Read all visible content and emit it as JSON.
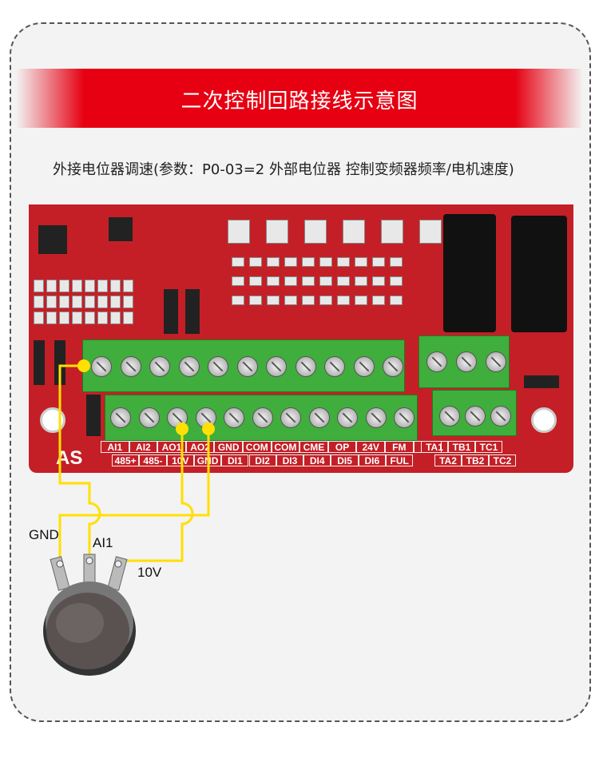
{
  "banner": {
    "title": "二次控制回路接线示意图"
  },
  "subtitle": "外接电位器调速(参数：P0-03=2   外部电位器 控制变频器频率/电机速度)",
  "board": {
    "logo": "AS",
    "top_labels": [
      "AI1",
      "AI2",
      "AO1",
      "AO2",
      "GND",
      "COM",
      "COM",
      "CME",
      "OP",
      "24V",
      "FM",
      ""
    ],
    "bottom_labels": [
      "485+",
      "485-",
      "10V",
      "GND",
      "DI1",
      "DI2",
      "DI3",
      "DI4",
      "DI5",
      "DI6",
      "FUL"
    ],
    "relay_top_labels": [
      "TA1",
      "TB1",
      "TC1"
    ],
    "relay_bottom_labels": [
      "TA2",
      "TB2",
      "TC2"
    ]
  },
  "wiring": {
    "gnd_label": "GND",
    "ai1_label": "AI1",
    "v10_label": "10V",
    "wire_color": "#ffe000"
  }
}
